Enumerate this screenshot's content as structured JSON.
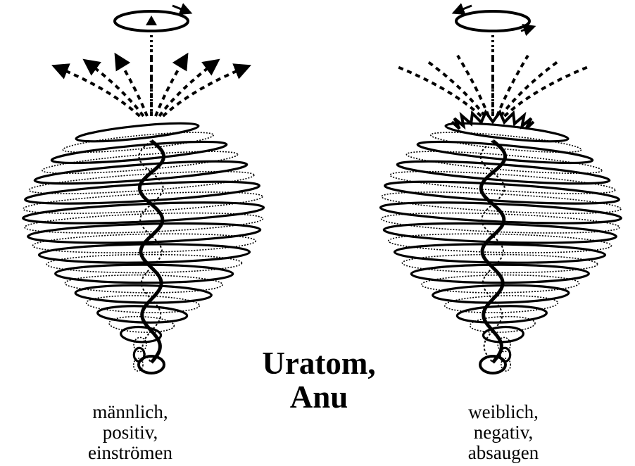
{
  "title": {
    "line1": "Uratom,",
    "line2": "Anu"
  },
  "left": {
    "label_lines": [
      "männlich,",
      "positiv,",
      "einströmen"
    ],
    "flow": "outward"
  },
  "right": {
    "label_lines": [
      "weiblich,",
      "negativ,",
      "absaugen"
    ],
    "flow": "inward"
  },
  "colors": {
    "ink": "#000000",
    "background": "#ffffff"
  }
}
